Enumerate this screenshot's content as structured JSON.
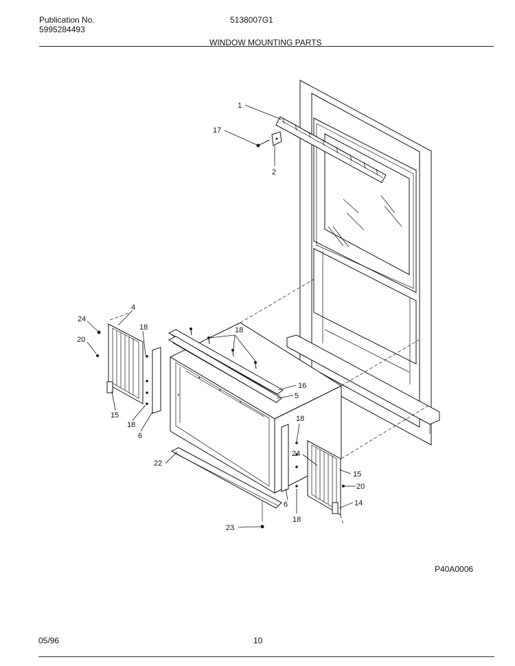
{
  "header": {
    "publication_label": "Publication No.",
    "publication_number": "5995284493",
    "model_number": "5138007G1",
    "section_title": "WINDOW MOUNTING PARTS"
  },
  "diagram": {
    "code": "P40A0006",
    "callouts": {
      "c1": "1",
      "c17": "17",
      "c2": "2",
      "c24a": "24",
      "c4": "4",
      "c20a": "20",
      "c18a": "18",
      "c18b": "18",
      "c15a": "15",
      "c18c": "18",
      "c6a": "6",
      "c16": "16",
      "c5": "5",
      "c18d": "18",
      "c24b": "24",
      "c15b": "15",
      "c20b": "20",
      "c14": "14",
      "c6b": "6",
      "c18e": "18",
      "c22": "22",
      "c23": "23"
    }
  },
  "footer": {
    "date": "05/96",
    "page": "10"
  }
}
